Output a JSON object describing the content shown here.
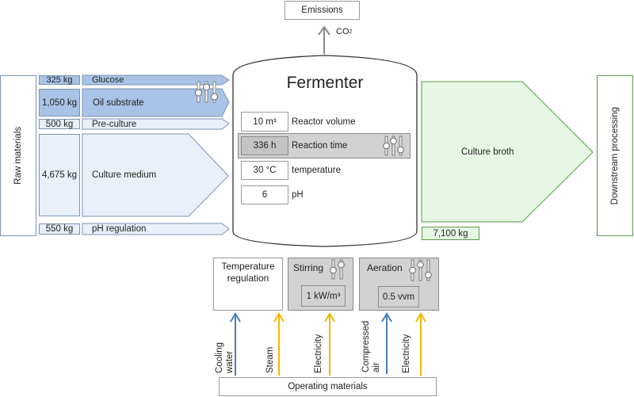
{
  "emissions": {
    "label": "Emissions",
    "flow_label": "CO",
    "flow_sub": "2"
  },
  "raw_materials": {
    "label": "Raw materials",
    "items": [
      {
        "amount": "325 kg",
        "name": "Glucose"
      },
      {
        "amount": "1,050 kg",
        "name": "Oil substrate"
      },
      {
        "amount": "500 kg",
        "name": "Pre-culture"
      },
      {
        "amount": "4,675 kg",
        "name": "Culture medium"
      },
      {
        "amount": "550 kg",
        "name": "pH regulation"
      }
    ]
  },
  "fermenter": {
    "title": "Fermenter",
    "params": [
      {
        "value": "10 m³",
        "label": "Reactor volume"
      },
      {
        "value": "336  h",
        "label": "Reaction time"
      },
      {
        "value": "30 °C",
        "label": "temperature"
      },
      {
        "value": "6",
        "label": "pH"
      }
    ]
  },
  "output": {
    "name": "Culture broth",
    "amount": "7,100 kg",
    "destination": "Downstream processing"
  },
  "utilities": {
    "temperature": {
      "label": "Temperature regulation"
    },
    "stirring": {
      "label": "Stirring",
      "value": "1 kW/m³"
    },
    "aeration": {
      "label": "Aeration",
      "value": "0.5 vvm"
    }
  },
  "operating_materials": {
    "label": "Operating materials",
    "flows": [
      {
        "label": "Cooling water",
        "color": "#4a7ebb"
      },
      {
        "label": "Steam",
        "color": "#f2b800"
      },
      {
        "label": "Electricity",
        "color": "#f2b800"
      },
      {
        "label": "Compressed air",
        "color": "#4a7ebb"
      },
      {
        "label": "Electricity",
        "color": "#f2b800"
      }
    ]
  },
  "colors": {
    "blue_dark": "#a9c3e6",
    "blue_light": "#e9f0fa",
    "green_fill": "#e6f8e3",
    "green_border": "#5a9a4a"
  }
}
